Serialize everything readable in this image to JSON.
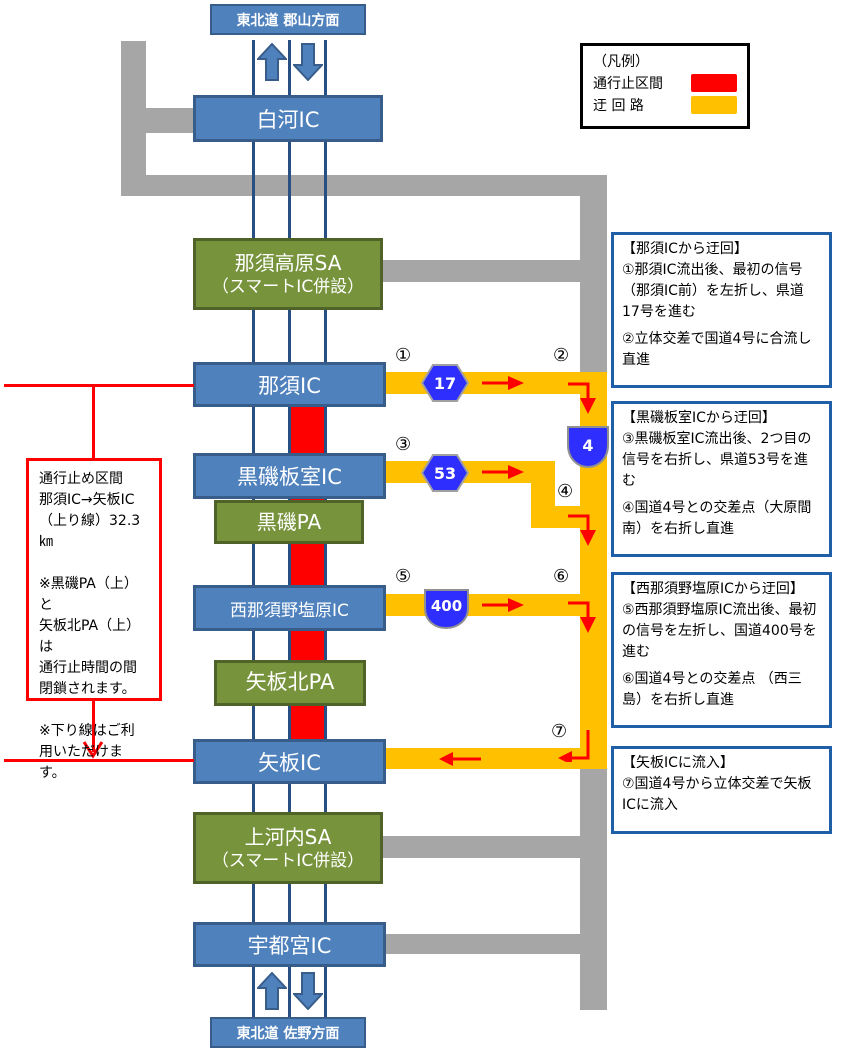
{
  "colors": {
    "closure": "#ff0000",
    "detour": "#ffc000",
    "general_road": "#a6a6a6",
    "ic_box": "#4f81bd",
    "sa_box": "#77933c",
    "route_badge": "#2e2eff",
    "info_border": "#1f5fa8"
  },
  "directions": {
    "north": "東北道 郡山方面",
    "south": "東北道 佐野方面"
  },
  "legend": {
    "title": "（凡例）",
    "items": [
      {
        "label": "通行止区間",
        "color": "#ff0000"
      },
      {
        "label": "迂 回 路",
        "color": "#ffc000"
      }
    ]
  },
  "facilities": {
    "shirakawa": "白河IC",
    "nasukogen_sa": "那須高原SA",
    "nasukogen_sa_sub": "（スマートIC併設）",
    "nasu": "那須IC",
    "kuroisoitamuro": "黒磯板室IC",
    "kuroiso_pa": "黒磯PA",
    "nishinasuno": "西那須野塩原IC",
    "yaitakita_pa": "矢板北PA",
    "yaita": "矢板IC",
    "kamikawachi_sa": "上河内SA",
    "kamikawachi_sa_sub": "（スマートIC併設）",
    "utsunomiya": "宇都宮IC"
  },
  "routes": {
    "r17": "17",
    "r53": "53",
    "r4": "4",
    "r400": "400"
  },
  "step_markers": [
    "①",
    "②",
    "③",
    "④",
    "⑤",
    "⑥",
    "⑦"
  ],
  "closure_note": {
    "lines1": [
      "通行止め区間",
      "那須IC→矢板IC",
      "（上り線）32.3㎞"
    ],
    "lines2": [
      "※黒磯PA（上）と",
      "矢板北PA（上）は",
      "通行止時間の間",
      "閉鎖されます。"
    ],
    "lines3": [
      "※下り線はご利",
      "用いただけます。"
    ]
  },
  "info_boxes": [
    {
      "title": "【那須ICから迂回】",
      "p1": "①那須IC流出後、最初の信号（那須IC前）を左折し、県道17号を進む",
      "p2": "②立体交差で国道4号に合流し直進"
    },
    {
      "title": "【黒磯板室ICから迂回】",
      "p1": "③黒磯板室IC流出後、2つ目の信号を右折し、県道53号を進む",
      "p2": "④国道4号との交差点（大原間南）を右折し直進"
    },
    {
      "title": "【西那須野塩原ICから迂回】",
      "p1": "⑤西那須野塩原IC流出後、最初の信号を左折し、国道400号を進む",
      "p2": "⑥国道4号との交差点 （西三島）を右折し直進"
    },
    {
      "title": "【矢板ICに流入】",
      "p1": "⑦国道4号から立体交差で矢板ICに流入"
    }
  ]
}
